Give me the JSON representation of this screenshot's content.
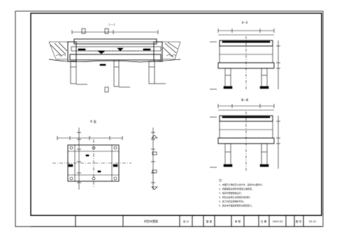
{
  "section_labels": {
    "elevation": "I — I",
    "section_top": "Ⅱ—Ⅱ",
    "section_bottom": "Ⅲ—Ⅲ",
    "plan": "平  面"
  },
  "notes": {
    "heading": "注：",
    "lines": [
      "1、本图尺寸除标高以米计外，其余均以厘米计。",
      "2、桥面铺装采用沥青混凝土铺装层。",
      "3、桩基均按嵌岩桩设计。",
      "4、桥台台后填土采用透水性材料。",
      "5、施工时应注意保护环境。",
      "6、其余未尽事宜参照有关规范施工。"
    ]
  },
  "title_block": {
    "drawing_title": "桥型布置图",
    "design_label": "设 计",
    "review_label": "复 核",
    "check_label": "审 核",
    "date_label": "日 期",
    "date_value": "2009.03",
    "sheet_label": "图 号",
    "sheet_value": "S3-01"
  }
}
